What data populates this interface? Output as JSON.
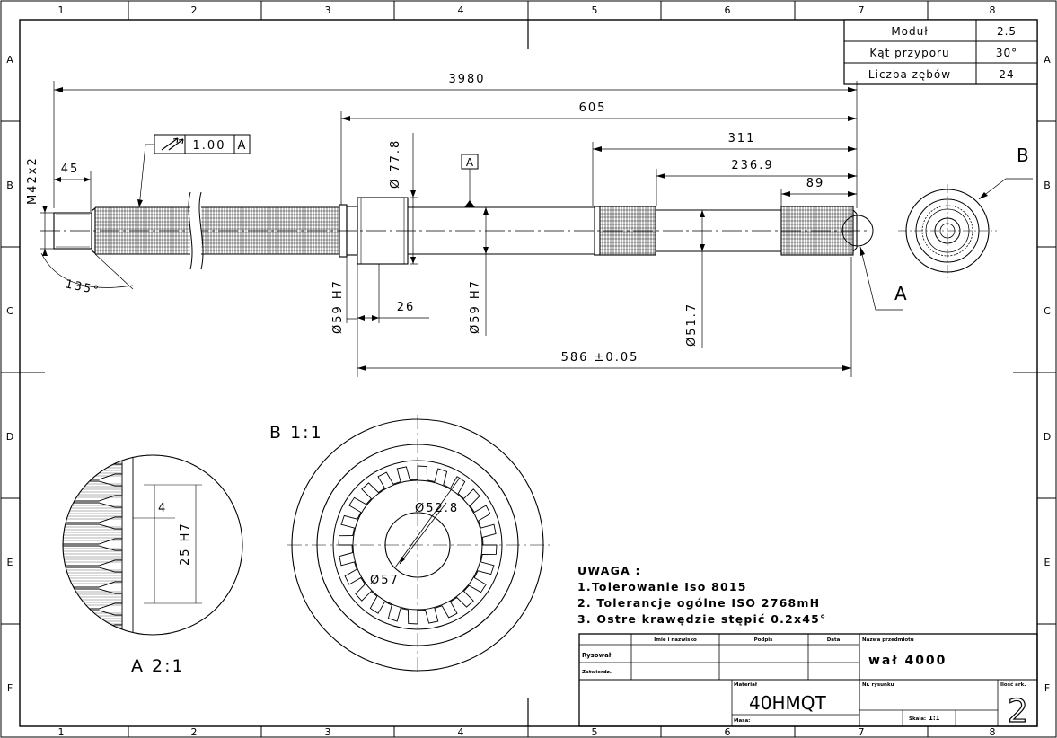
{
  "gear_table": [
    {
      "label": "Moduł",
      "value": "2.5"
    },
    {
      "label": "Kąt przyporu",
      "value": "30°"
    },
    {
      "label": "Liczba zębów",
      "value": "24"
    }
  ],
  "zones": {
    "columns": [
      "1",
      "2",
      "3",
      "4",
      "5",
      "6",
      "7",
      "8"
    ],
    "rows": [
      "A",
      "B",
      "C",
      "D",
      "E",
      "F"
    ]
  },
  "dimensions": {
    "overall_length": "3980",
    "d605": "605",
    "d311": "311",
    "d236": "236.9",
    "d89": "89",
    "d45": "45",
    "thread": "M42x2",
    "angle": "135°",
    "dia77": "Ø 77.8",
    "dia59_left": "Ø59 H7",
    "d26": "26",
    "dia59_mid": "Ø59 H7",
    "dia51": "Ø51.7",
    "d586": "586 ±0.05",
    "dia52": "Ø52.8",
    "dia57": "Ø57",
    "detail_d4": "4",
    "detail_25": "25 H7"
  },
  "tolerance_frame": {
    "value": "1.00",
    "datum": "A"
  },
  "datum_label": "A",
  "callouts": {
    "section_a": "A",
    "section_b": "B"
  },
  "views": {
    "view_b": "B  1:1",
    "view_a": "A   2:1"
  },
  "notes": {
    "title": "UWAGA :",
    "items": [
      "1.Tolerowanie Iso 8015",
      "2. Tolerancje ogólne ISO 2768mH",
      "3. Ostre krawędzie stępić 0.2x45°"
    ]
  },
  "title_block": {
    "col_name": "Imię i nazwisko",
    "col_sign": "Podpis",
    "col_date": "Data",
    "row_drawn": "Rysował",
    "row_approved": "Zatwierdz.",
    "part_name_label": "Nazwa przedmiotu",
    "part_name": "wał 4000",
    "material_label": "Materiał",
    "material": "40HMQT",
    "mass_label": "Masa:",
    "drawing_no_label": "Nr. rysunku",
    "scale_label": "Skala:",
    "scale": "1:1",
    "sheets_label": "Ilość ark.",
    "sheets": "2"
  }
}
